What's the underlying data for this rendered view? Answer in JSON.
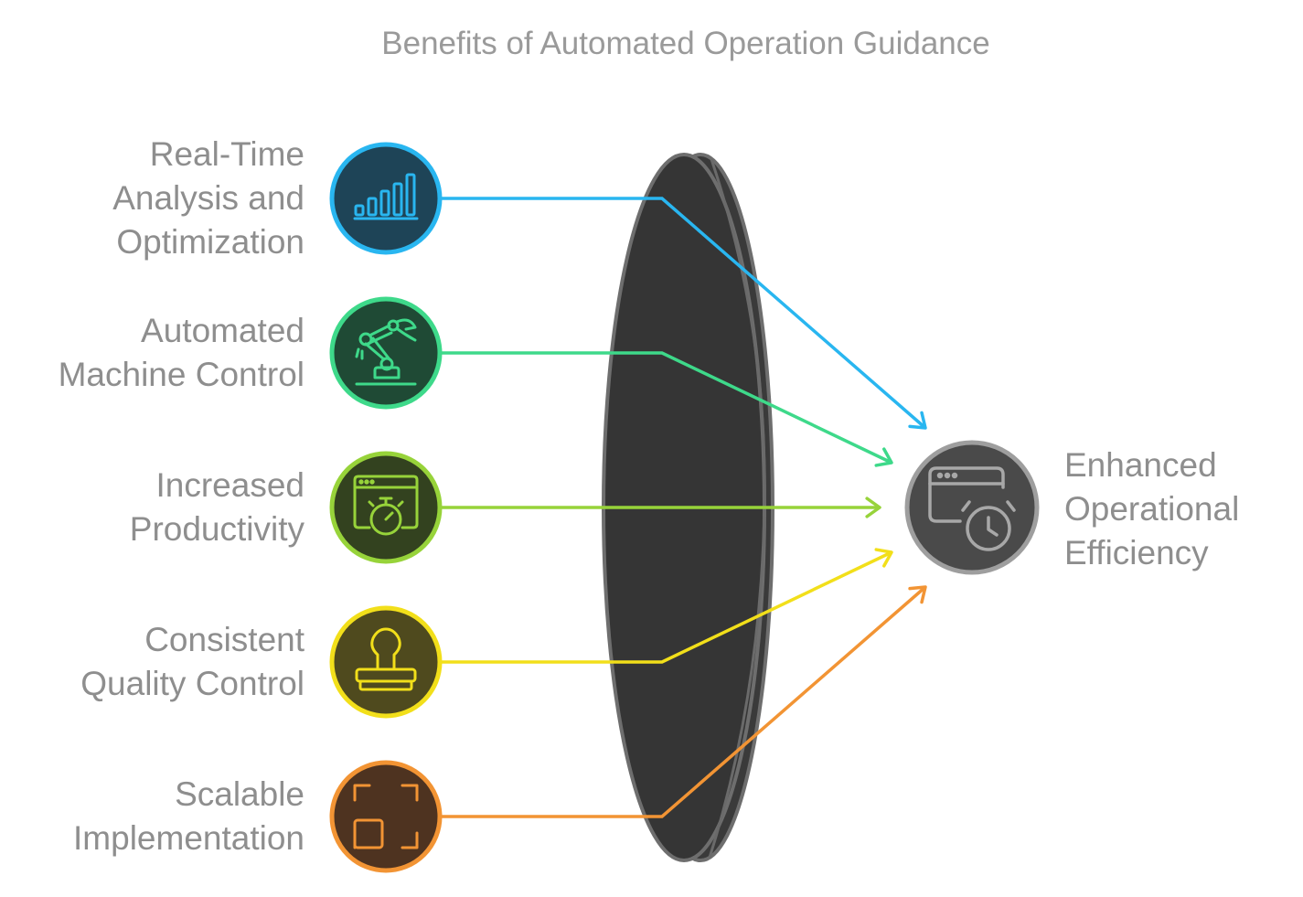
{
  "title": "Benefits of Automated Operation Guidance",
  "inputs": [
    {
      "lines": [
        "Real-Time",
        "Analysis and",
        "Optimization"
      ],
      "icon": "bar-chart-icon",
      "color": "#29b6f0",
      "fill": "#1e4457"
    },
    {
      "lines": [
        "Automated",
        "Machine Control"
      ],
      "icon": "robot-arm-icon",
      "color": "#3ed98a",
      "fill": "#1f4a35"
    },
    {
      "lines": [
        "Increased",
        "Productivity"
      ],
      "icon": "stopwatch-window-icon",
      "color": "#97d33a",
      "fill": "#33421f"
    },
    {
      "lines": [
        "Consistent",
        "Quality Control"
      ],
      "icon": "stamp-icon",
      "color": "#f2df1a",
      "fill": "#4f4a1e"
    },
    {
      "lines": [
        "Scalable",
        "Implementation"
      ],
      "icon": "scale-frame-icon",
      "color": "#f29434",
      "fill": "#4e3320"
    }
  ],
  "output": {
    "lines": [
      "Enhanced",
      "Operational",
      "Efficiency"
    ],
    "icon": "window-clock-icon",
    "color": "#9e9e9e",
    "fill": "#4a4a4a"
  },
  "lens_color": "#3a3a3a"
}
